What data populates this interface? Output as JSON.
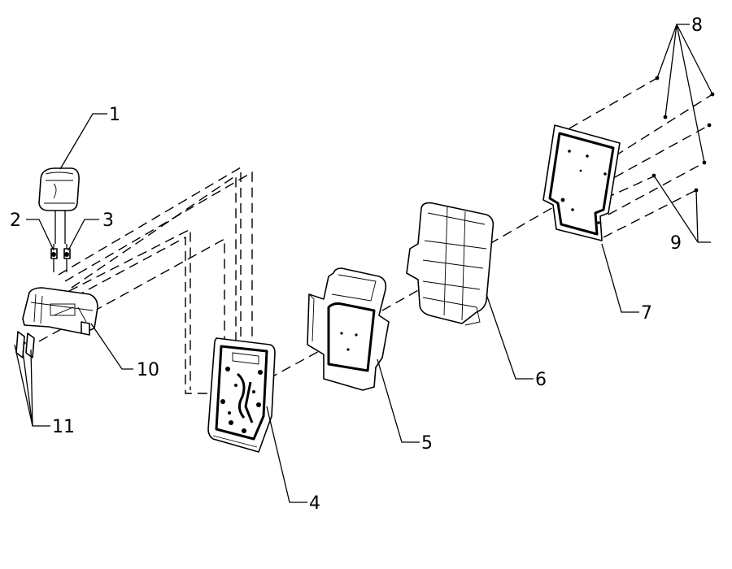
{
  "callouts": [
    {
      "id": "c1",
      "text": "1"
    },
    {
      "id": "c2",
      "text": "2"
    },
    {
      "id": "c3",
      "text": "3"
    },
    {
      "id": "c4",
      "text": "4"
    },
    {
      "id": "c5",
      "text": "5"
    },
    {
      "id": "c6",
      "text": "6"
    },
    {
      "id": "c7",
      "text": "7"
    },
    {
      "id": "c8",
      "text": "8"
    },
    {
      "id": "c9",
      "text": "9"
    },
    {
      "id": "c10",
      "text": "10"
    },
    {
      "id": "c11",
      "text": "11"
    }
  ]
}
